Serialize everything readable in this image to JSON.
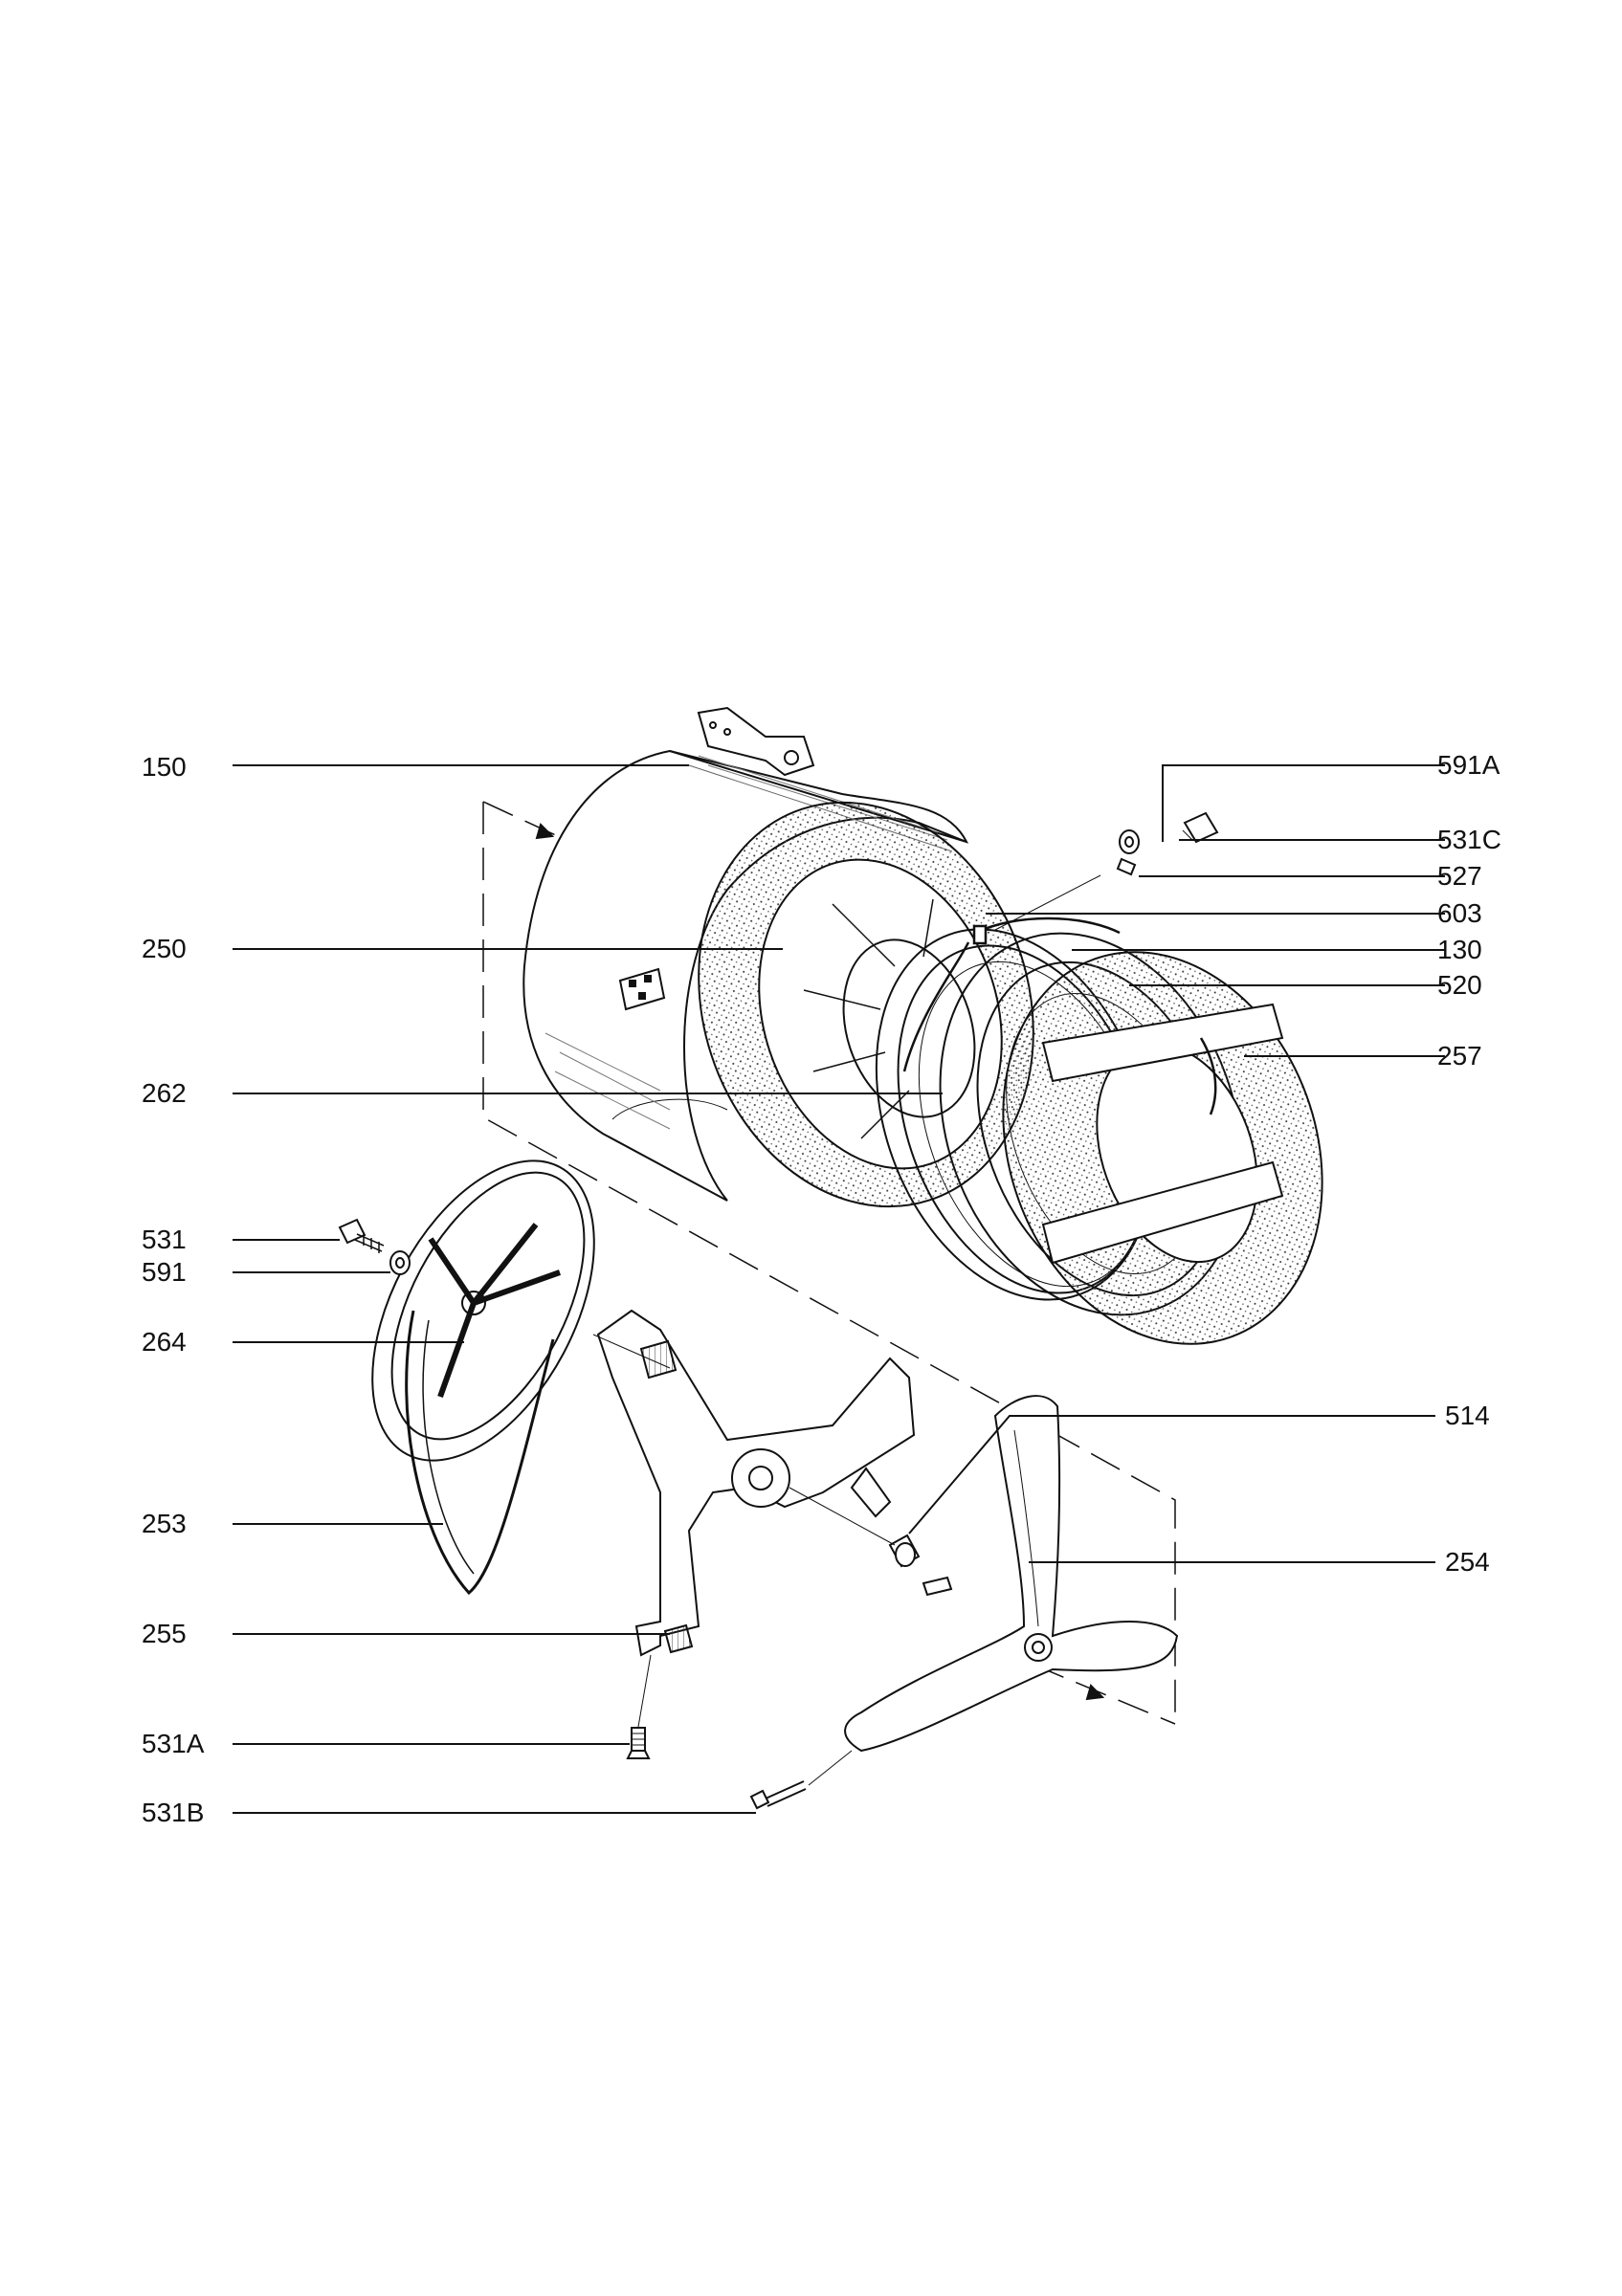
{
  "diagram": {
    "parts": {
      "p150": "150",
      "p250": "250",
      "p262": "262",
      "p531": "531",
      "p591": "591",
      "p264": "264",
      "p253": "253",
      "p255": "255",
      "p531A": "531A",
      "p531B": "531B",
      "p591A": "591A",
      "p531C": "531C",
      "p527": "527",
      "p603": "603",
      "p130": "130",
      "p520": "520",
      "p257": "257",
      "p514": "514",
      "p254": "254"
    }
  }
}
